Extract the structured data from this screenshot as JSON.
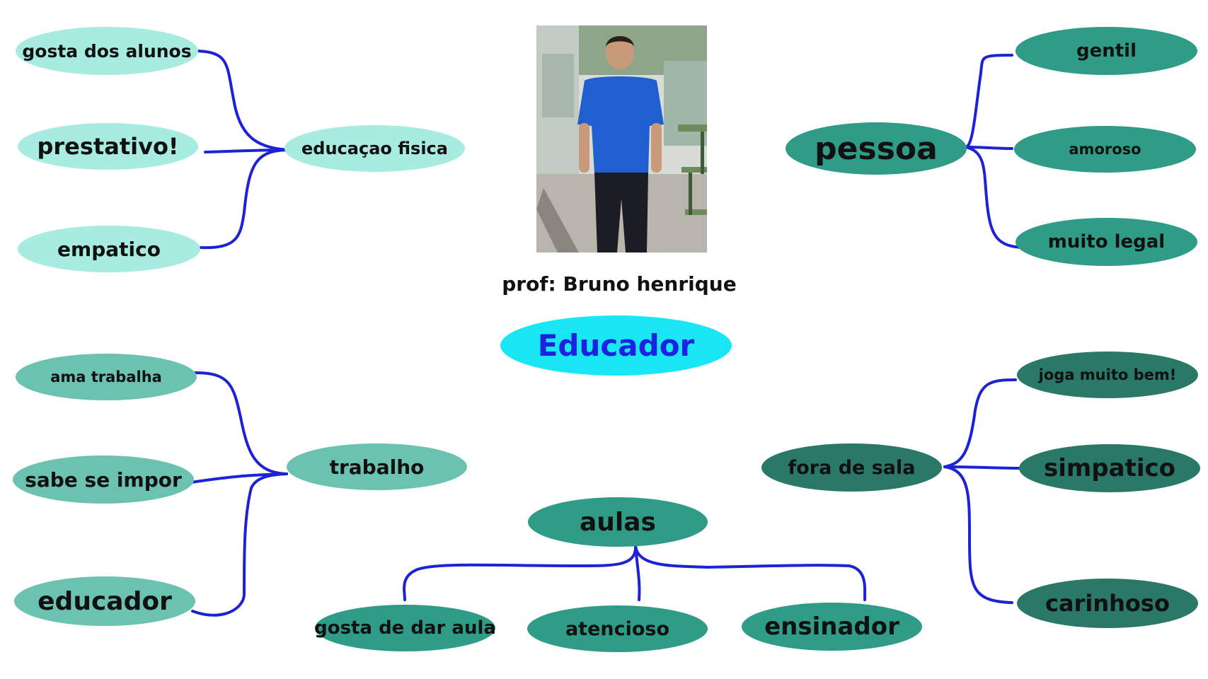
{
  "center": {
    "label": "Educador"
  },
  "photo": {
    "caption": "prof: Bruno henrique"
  },
  "branches": {
    "educacao_fisica": {
      "label": "educaçao fisica",
      "children": [
        "gosta dos alunos",
        "prestativo!",
        "empatico"
      ]
    },
    "pessoa": {
      "label": "pessoa",
      "children": [
        "gentil",
        "amoroso",
        "muito legal"
      ]
    },
    "trabalho": {
      "label": "trabalho",
      "children": [
        "ama trabalha",
        "sabe se impor",
        "educador"
      ]
    },
    "fora_de_sala": {
      "label": "fora de sala",
      "children": [
        "joga muito bem!",
        "simpatico",
        "carinhoso"
      ]
    },
    "aulas": {
      "label": "aulas",
      "children": [
        "gosta de dar aula",
        "atencioso",
        "ensinador"
      ]
    }
  },
  "colors": {
    "connector": "#1d22d6",
    "light": "#a7ebe1",
    "medium": "#6cc2b0",
    "teal": "#2f9c87",
    "dark": "#2a7867",
    "center_fill": "#19e6f5",
    "center_text": "#1d22e0"
  },
  "icons": {
    "photo": "person-photo"
  }
}
